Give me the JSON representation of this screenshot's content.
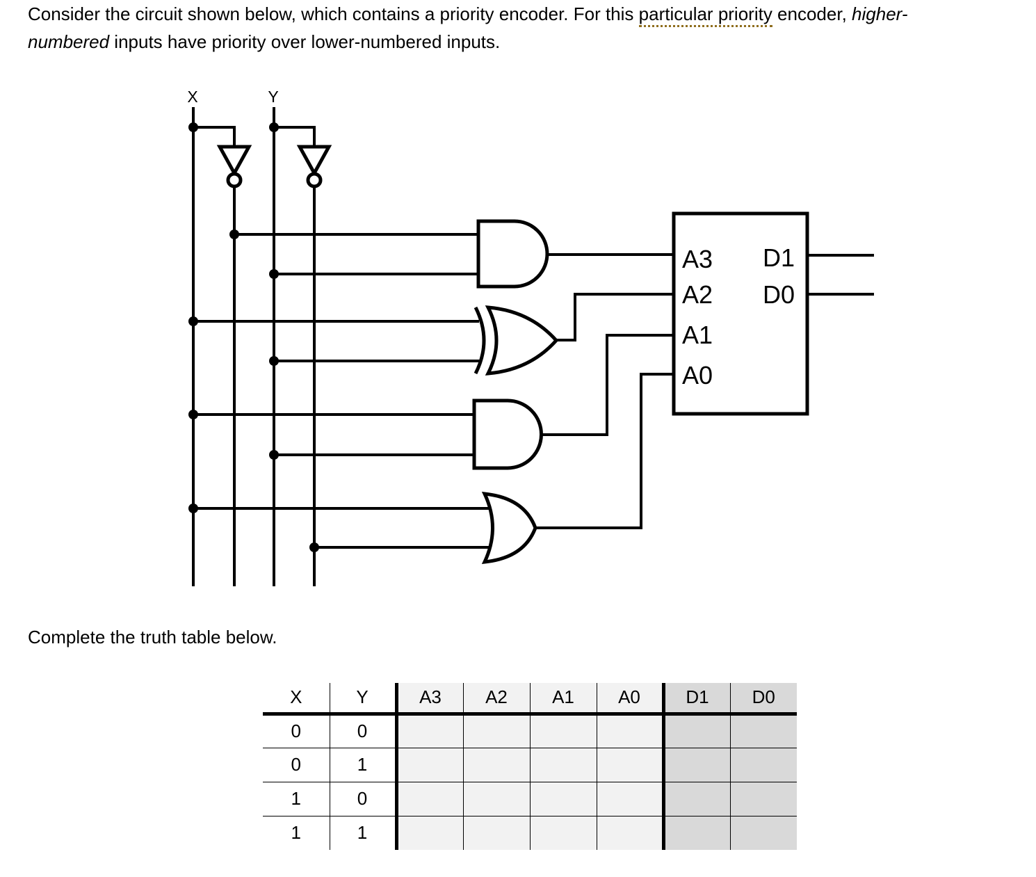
{
  "intro": {
    "part1": "Consider the circuit shown below, which contains a priority encoder. For this ",
    "underlined": "particular priority",
    "part2": " encoder, ",
    "italic_line1": "higher-",
    "italic_line2": "numbered",
    "part3": " inputs have priority over lower-numbered inputs."
  },
  "circuit": {
    "input_labels": {
      "x": "X",
      "y": "Y"
    },
    "gate_icons": [
      "not-gate",
      "not-gate",
      "and-gate",
      "xor-gate",
      "and-gate",
      "or-gate"
    ],
    "encoder": {
      "inputs": [
        "A3",
        "A2",
        "A1",
        "A0"
      ],
      "outputs": [
        "D1",
        "D0"
      ]
    }
  },
  "prompt": "Complete the truth table below.",
  "truth_table": {
    "headers": [
      "X",
      "Y",
      "A3",
      "A2",
      "A1",
      "A0",
      "D1",
      "D0"
    ],
    "rows": [
      [
        "0",
        "0",
        "",
        "",
        "",
        "",
        "",
        ""
      ],
      [
        "0",
        "1",
        "",
        "",
        "",
        "",
        "",
        ""
      ],
      [
        "1",
        "0",
        "",
        "",
        "",
        "",
        "",
        ""
      ],
      [
        "1",
        "1",
        "",
        "",
        "",
        "",
        "",
        ""
      ]
    ]
  },
  "colors": {
    "ink": "#000000",
    "a_column_fill": "#f2f2f2",
    "d_column_fill": "#d9d9d9",
    "spellcheck_underline": "#8f6e1e",
    "background": "#ffffff"
  }
}
